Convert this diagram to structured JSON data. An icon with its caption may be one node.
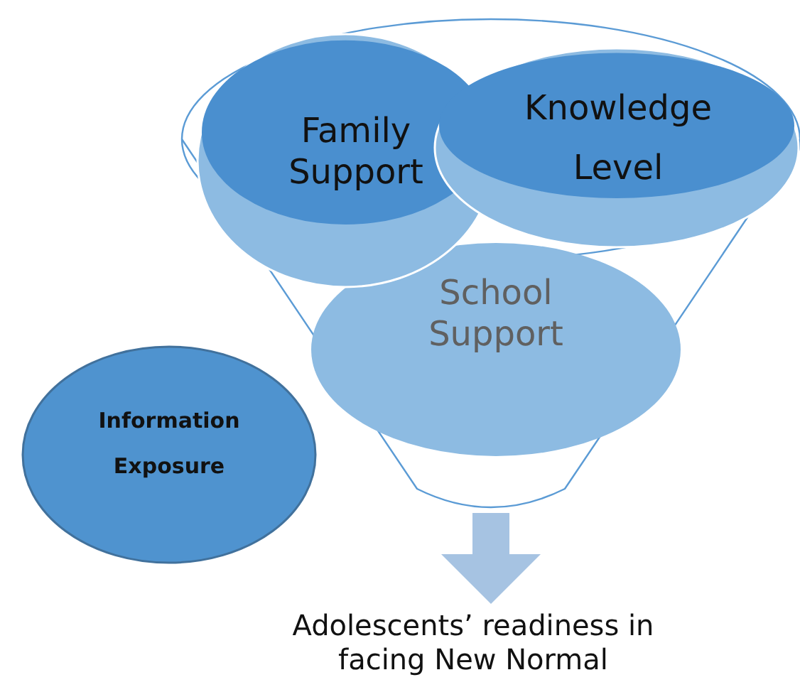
{
  "diagram": {
    "nodes": [
      {
        "text": [],
        "shape": "funnel"
      },
      {
        "text": [
          "Family Support"
        ],
        "in": 0
      },
      {
        "text": [
          "Knowledge Level"
        ],
        "in": 0
      },
      {
        "text": [
          "School Support"
        ],
        "in": 0
      },
      {
        "text": [
          "Information Exposure"
        ]
      },
      {
        "text": [
          "Adolescents’ readiness in facing New Normal"
        ]
      }
    ],
    "edges": [
      {
        "from": 0,
        "to": 5,
        "arrow": "to",
        "color": "#a6c3e2"
      }
    ]
  }
}
